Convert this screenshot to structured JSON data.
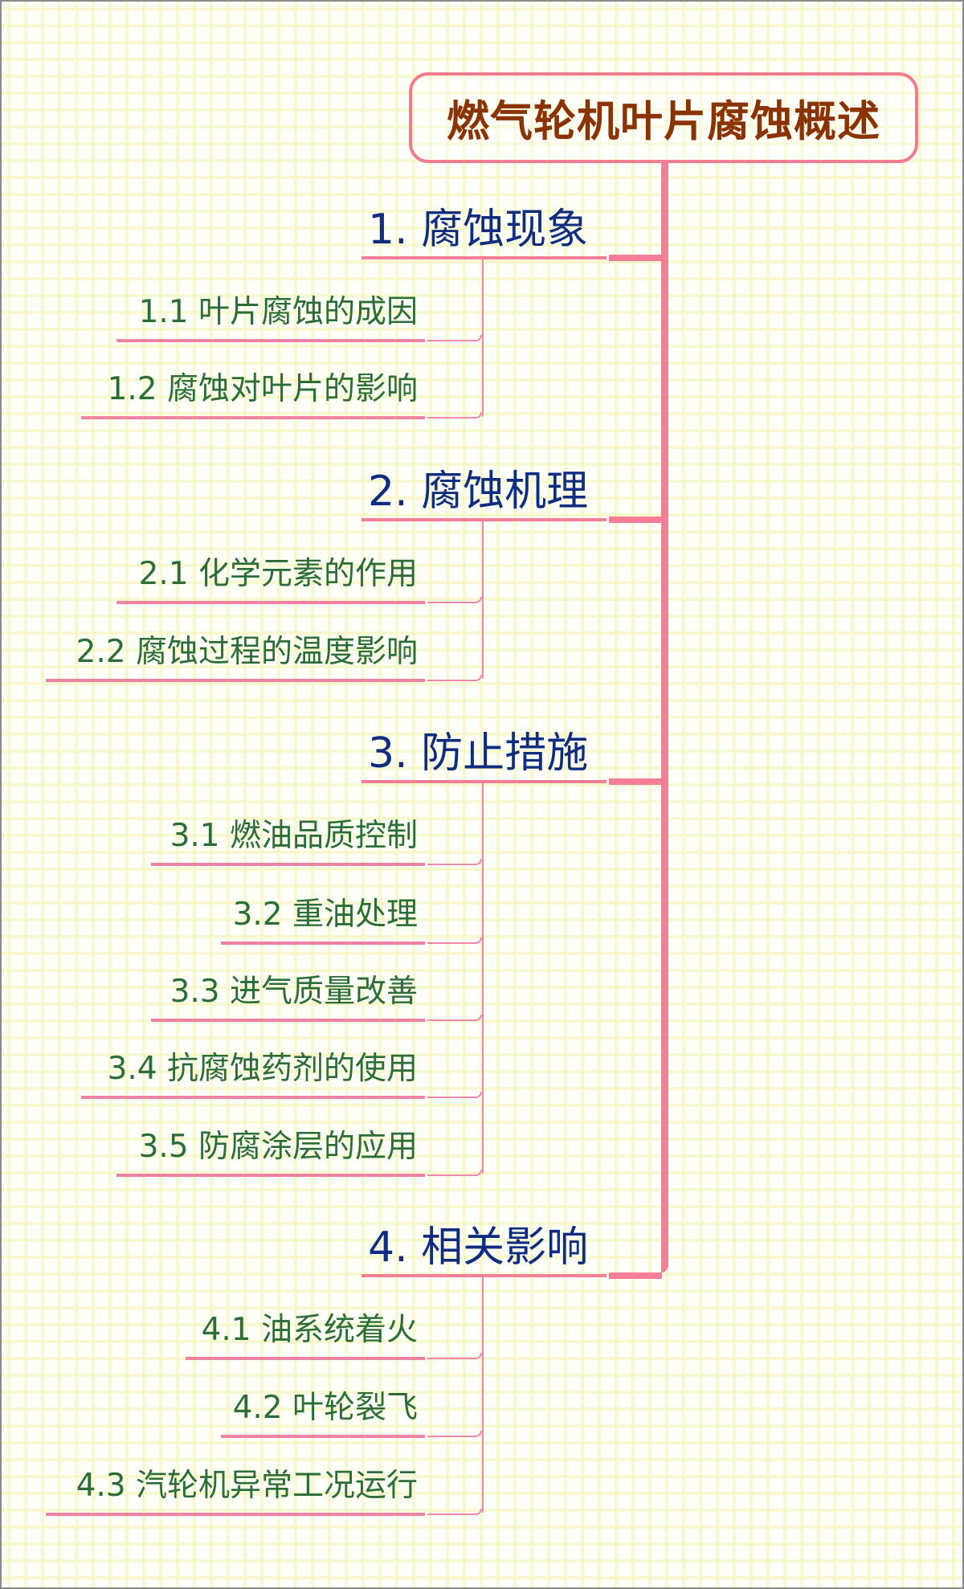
{
  "title": "燃气轮机叶片腐蚀概述",
  "colors": {
    "line": "#f47e98",
    "title_text": "#8a3300",
    "heading_text": "#0f2d80",
    "sub_text": "#2b6d37",
    "grid": "#f6f6c4"
  },
  "branches": [
    {
      "label": "1. 腐蚀现象",
      "children": [
        {
          "label": "1.1 叶片腐蚀的成因"
        },
        {
          "label": "1.2 腐蚀对叶片的影响"
        }
      ]
    },
    {
      "label": "2. 腐蚀机理",
      "children": [
        {
          "label": "2.1 化学元素的作用"
        },
        {
          "label": "2.2 腐蚀过程的温度影响"
        }
      ]
    },
    {
      "label": "3. 防止措施",
      "children": [
        {
          "label": "3.1 燃油品质控制"
        },
        {
          "label": "3.2 重油处理"
        },
        {
          "label": "3.3 进气质量改善"
        },
        {
          "label": "3.4 抗腐蚀药剂的使用"
        },
        {
          "label": "3.5 防腐涂层的应用"
        }
      ]
    },
    {
      "label": "4. 相关影响",
      "children": [
        {
          "label": "4.1 油系统着火"
        },
        {
          "label": "4.2 叶轮裂飞"
        },
        {
          "label": "4.3 汽轮机异常工况运行"
        }
      ]
    }
  ]
}
